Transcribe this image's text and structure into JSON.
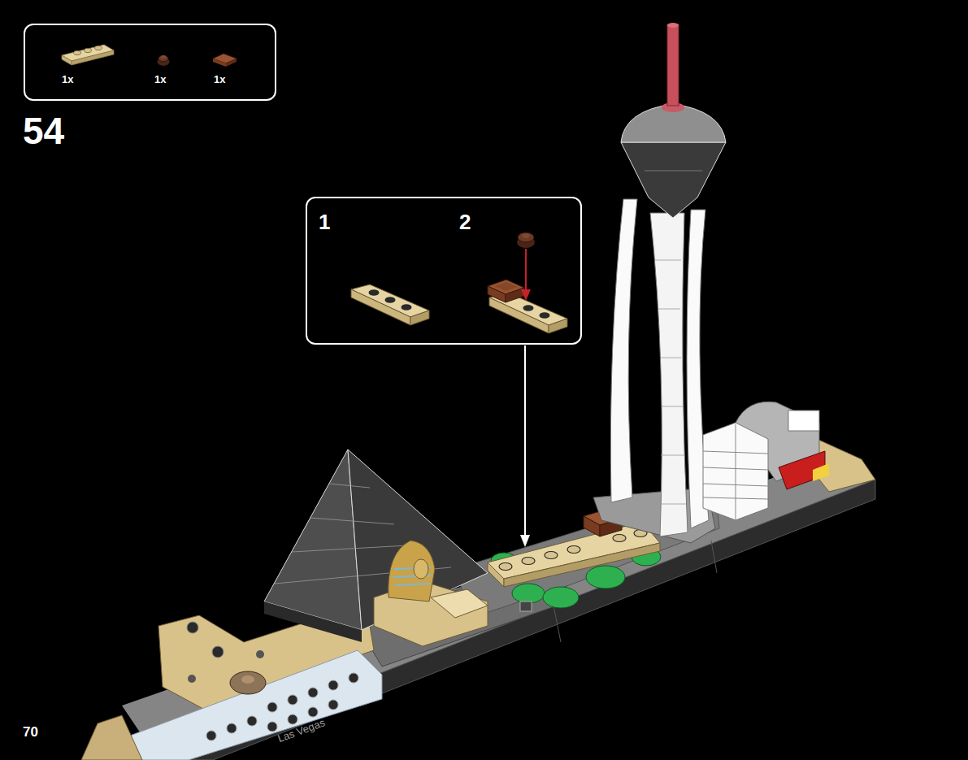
{
  "diagram": {
    "nodes": [
      {
        "text": [
          "1x",
          "1x",
          "1x"
        ]
      },
      {
        "text": [
          "1",
          "2"
        ]
      }
    ],
    "labels": [
      "54",
      "70",
      "Las Vegas"
    ]
  }
}
